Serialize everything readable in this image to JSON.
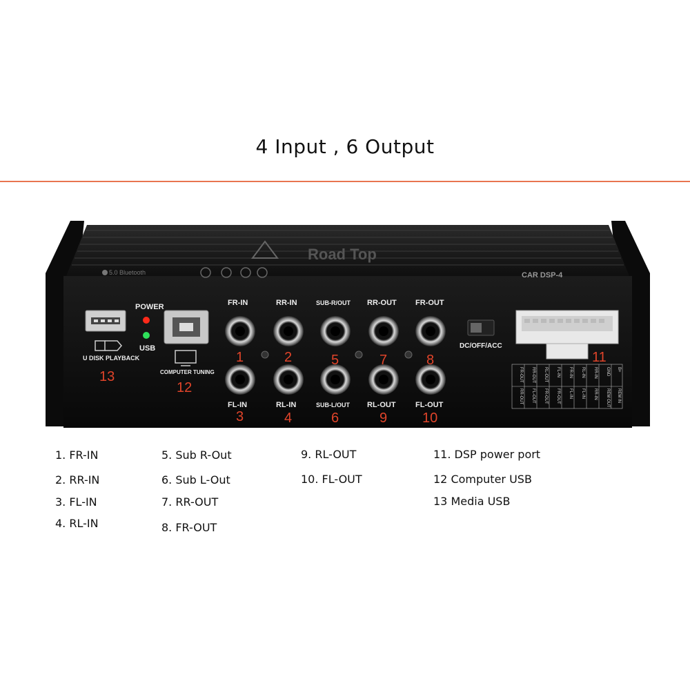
{
  "header": {
    "title": "4 Input , 6 Output"
  },
  "device": {
    "brand": "Road Top",
    "model": "CAR  DSP-4",
    "bluetooth": "5.0 Bluetooth",
    "led_power": "POWER",
    "led_usb": "USB",
    "usb_a_label": "U DISK PLAYBACK",
    "usb_b_label": "COMPUTER TUNING",
    "switch_label": "DC/OFF/ACC",
    "jacks_top": [
      "FR-IN",
      "RR-IN",
      "SUB-R/OUT",
      "RR-OUT",
      "FR-OUT"
    ],
    "jacks_bottom": [
      "FL-IN",
      "RL-IN",
      "SUB-L/OUT",
      "RL-OUT",
      "FL-OUT"
    ],
    "numbers_top": [
      "1",
      "2",
      "5",
      "7",
      "8"
    ],
    "numbers_bottom": [
      "3",
      "4",
      "6",
      "9",
      "10"
    ],
    "num_usb_a": "13",
    "num_usb_b": "12",
    "num_power": "11",
    "pinout_top": [
      "FR-OUT",
      "RR-OUT",
      "RL-OUT",
      "FL-IN",
      "FR-IN",
      "RL-IN",
      "RR-IN",
      "GND",
      "B+"
    ],
    "pinout_bottom": [
      "RR-OUT",
      "FL-OUT",
      "FR-OUT",
      "FR-OUT",
      "FL-IN",
      "FL-IN",
      "RR-IN",
      "REM OUT",
      "REM IN"
    ]
  },
  "legend": {
    "col1": [
      "1. FR-IN",
      "2. RR-IN",
      "3. FL-IN",
      "4. RL-IN"
    ],
    "col2": [
      "5. Sub R-Out",
      "6. Sub L-Out",
      "7. RR-OUT",
      "8. FR-OUT"
    ],
    "col3": [
      "9. RL-OUT",
      "10. FL-OUT"
    ],
    "col4": [
      "11. DSP power port",
      "12  Computer USB",
      "13  Media USB"
    ]
  },
  "colors": {
    "accent": "#e8744f",
    "number": "#e0442a",
    "device_body": "#151515",
    "led_red": "#ff2a1a",
    "led_green": "#2ee05a"
  }
}
